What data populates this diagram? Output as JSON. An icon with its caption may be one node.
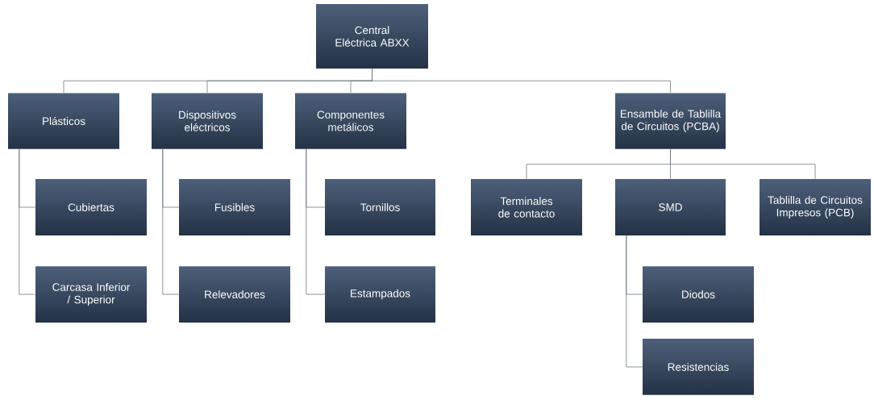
{
  "diagram": {
    "nodes": [
      {
        "text": [
          "Central Eléctrica ABXX"
        ]
      },
      {
        "text": [
          "Plásticos"
        ]
      },
      {
        "text": [
          "Dispositivos eléctricos"
        ]
      },
      {
        "text": [
          "Componentes metálicos"
        ]
      },
      {
        "text": [
          "Ensamble de Tablilla de Circuitos (PCBA)"
        ]
      },
      {
        "text": [
          "Cubiertas"
        ]
      },
      {
        "text": [
          "Carcasa Inferior / Superior"
        ]
      },
      {
        "text": [
          "Fusibles"
        ]
      },
      {
        "text": [
          "Relevadores"
        ]
      },
      {
        "text": [
          "Tornillos"
        ]
      },
      {
        "text": [
          "Estampados"
        ]
      },
      {
        "text": [
          "Terminales de contacto"
        ]
      },
      {
        "text": [
          "SMD"
        ]
      },
      {
        "text": [
          "Tablilla de Circuitos Impresos (PCB)"
        ]
      },
      {
        "text": [
          "Diodos"
        ]
      },
      {
        "text": [
          "Resistencias"
        ]
      }
    ],
    "edges": [
      {
        "from": 0,
        "to": 1,
        "arrow": "none"
      },
      {
        "from": 0,
        "to": 2,
        "arrow": "none"
      },
      {
        "from": 0,
        "to": 3,
        "arrow": "none"
      },
      {
        "from": 0,
        "to": 4,
        "arrow": "none"
      },
      {
        "from": 1,
        "to": 5,
        "arrow": "none"
      },
      {
        "from": 1,
        "to": 6,
        "arrow": "none"
      },
      {
        "from": 2,
        "to": 7,
        "arrow": "none"
      },
      {
        "from": 2,
        "to": 8,
        "arrow": "none"
      },
      {
        "from": 3,
        "to": 9,
        "arrow": "none"
      },
      {
        "from": 3,
        "to": 10,
        "arrow": "none"
      },
      {
        "from": 4,
        "to": 11,
        "arrow": "none"
      },
      {
        "from": 4,
        "to": 12,
        "arrow": "none"
      },
      {
        "from": 4,
        "to": 13,
        "arrow": "none"
      },
      {
        "from": 12,
        "to": 14,
        "arrow": "none"
      },
      {
        "from": 12,
        "to": 15,
        "arrow": "none"
      }
    ]
  }
}
